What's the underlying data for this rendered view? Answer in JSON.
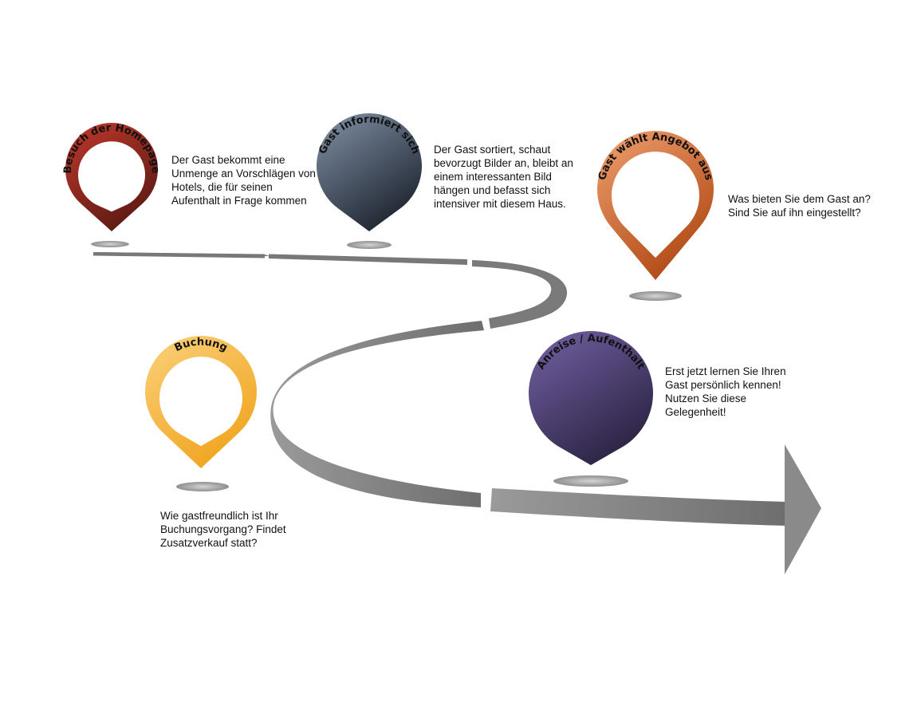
{
  "steps": [
    {
      "id": "homepage",
      "title": "Besuch der Homepage",
      "color": "#c0392b",
      "color_dark": "#5e1a14",
      "description": [
        "Der Gast bekommt eine",
        "Unmenge an Vorschlägen von",
        "Hotels, die für seinen",
        "Aufenthalt in Frage kommen"
      ]
    },
    {
      "id": "informiert",
      "title": "Gast informiert sich",
      "color": "#8393a8",
      "color_dark": "#1f2631",
      "description": [
        "Der Gast sortiert, schaut",
        "bevorzugt Bilder an, bleibt an",
        "einem interessanten Bild",
        "hängen und befasst sich",
        "intensiver mit diesem Haus."
      ]
    },
    {
      "id": "angebot",
      "title": "Gast wählt Angebot aus",
      "color": "#f0a070",
      "color_dark": "#b04a15",
      "description": [
        "Was bieten Sie dem Gast an?",
        "Sind Sie auf ihn eingestellt?"
      ]
    },
    {
      "id": "buchung",
      "title": "Buchung",
      "color": "#fbd17c",
      "color_dark": "#f0a51f",
      "description": [
        "Wie gastfreundlich ist Ihr",
        "Buchungsvorgang? Findet",
        "Zusatzverkauf statt?"
      ]
    },
    {
      "id": "anreise",
      "title": "Anreise / Aufenthalt",
      "color": "#7462a6",
      "color_dark": "#2c2444",
      "description": [
        "Erst jetzt lernen Sie Ihren",
        "Gast persönlich kennen!",
        "Nutzen Sie diese",
        "Gelegenheit!"
      ]
    }
  ],
  "road_color": "#777777"
}
